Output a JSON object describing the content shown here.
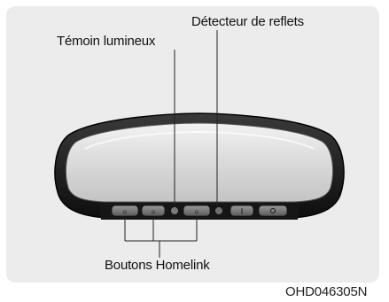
{
  "callouts": {
    "glare_detector": "Détecteur de reflets",
    "indicator_light": "Témoin lumineux",
    "homelink_buttons": "Boutons Homelink"
  },
  "figure_code": "OHD046305N",
  "colors": {
    "panel_background": "#ececec",
    "mirror_housing": "#1c1c1c",
    "mirror_glass": "#d9d9d9",
    "leader_lines": "#222222"
  },
  "icons": [
    "homelink-button-1-icon",
    "homelink-button-2-icon",
    "indicator-light-icon",
    "homelink-button-3-icon",
    "glare-detector-icon",
    "auto-dimming-toggle-icon",
    "power-button-icon"
  ]
}
